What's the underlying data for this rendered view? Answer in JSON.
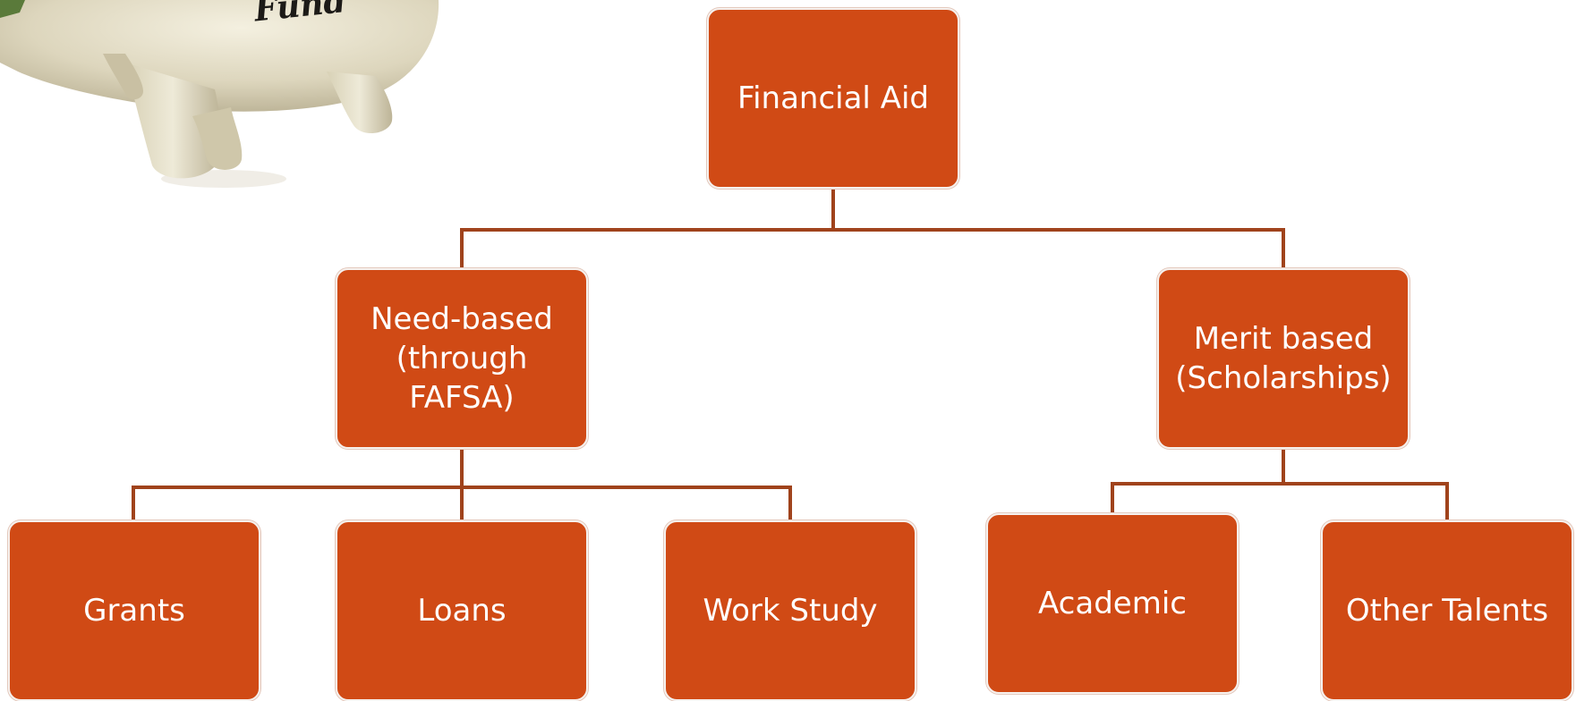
{
  "diagram": {
    "root": {
      "label": "Financial Aid"
    },
    "need_based": {
      "label": "Need-based\n(through\nFAFSA)"
    },
    "merit_based": {
      "label": "Merit based\n(Scholarships)"
    },
    "grants": {
      "label": "Grants"
    },
    "loans": {
      "label": "Loans"
    },
    "work_study": {
      "label": "Work Study"
    },
    "academic": {
      "label": "Academic"
    },
    "other_talents": {
      "label": "Other Talents"
    }
  },
  "image": {
    "piggy_bank_text": "Fund"
  },
  "colors": {
    "box_fill": "#d04a15",
    "connector": "#a0431c",
    "box_text": "#ffffff"
  }
}
